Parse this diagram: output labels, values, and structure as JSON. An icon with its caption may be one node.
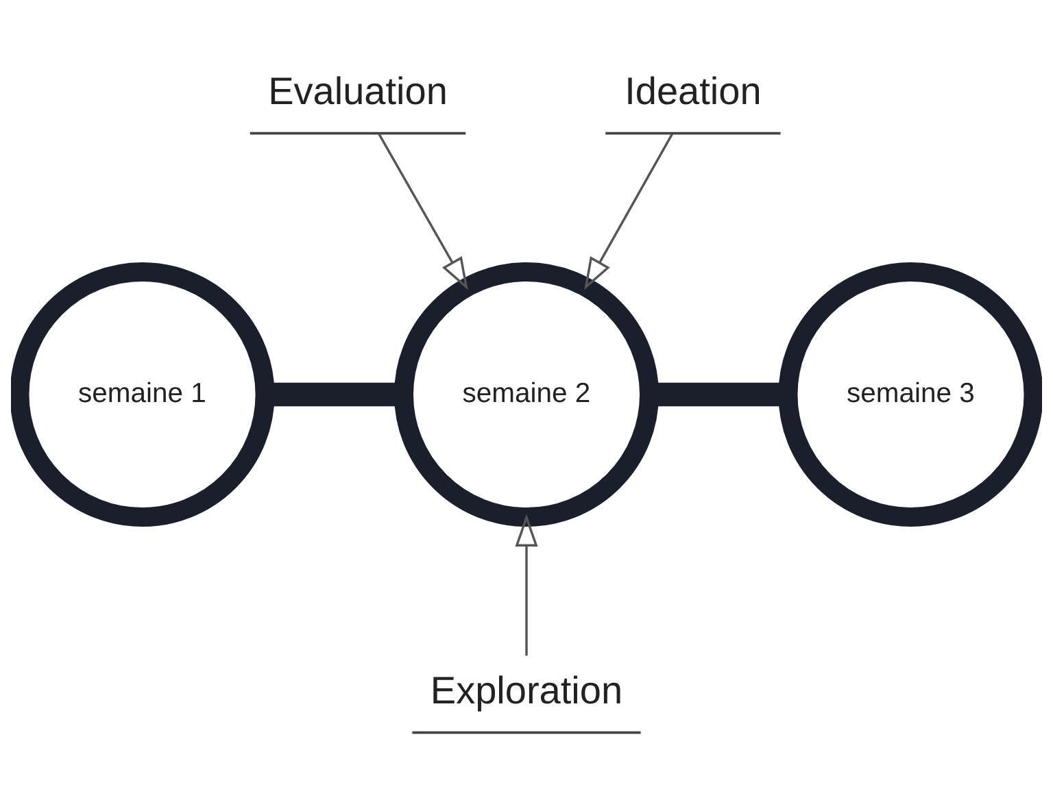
{
  "diagram": {
    "nodes": [
      {
        "text": [
          "Evaluation"
        ]
      },
      {
        "text": [
          "Ideation"
        ]
      },
      {
        "text": [
          "semaine 1"
        ]
      },
      {
        "text": [
          "semaine 2"
        ]
      },
      {
        "text": [
          "semaine 3"
        ]
      },
      {
        "text": [
          "Exploration"
        ]
      }
    ],
    "edges": [
      {
        "from": 0,
        "to": 3,
        "arrow": "to",
        "color": "#555555"
      },
      {
        "from": 1,
        "to": 3,
        "arrow": "to",
        "color": "#555555"
      },
      {
        "from": 2,
        "to": 3,
        "arrow": "none",
        "style": "thick",
        "color": "#1a1f2b"
      },
      {
        "from": 3,
        "to": 4,
        "arrow": "none",
        "style": "thick",
        "color": "#1a1f2b"
      },
      {
        "from": 5,
        "to": 3,
        "arrow": "to",
        "color": "#555555"
      }
    ]
  }
}
